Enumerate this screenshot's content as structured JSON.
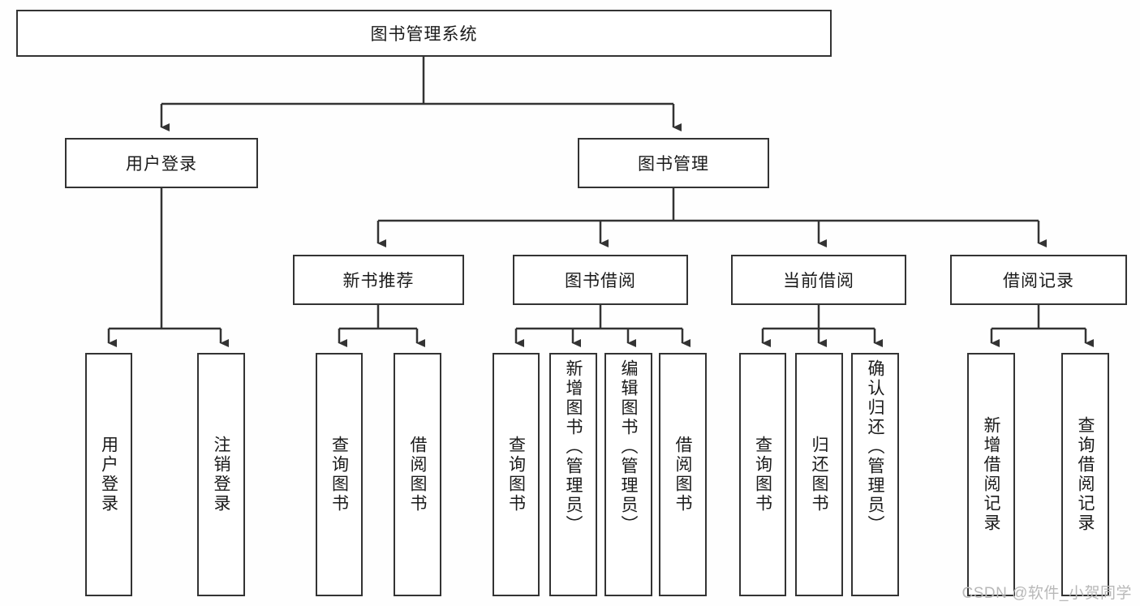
{
  "diagram": {
    "title": "图书管理系统",
    "type": "tree-hierarchy-chart",
    "root": {
      "label": "图书管理系统"
    },
    "level2": [
      {
        "label": "用户登录"
      },
      {
        "label": "图书管理"
      }
    ],
    "level3": [
      {
        "label": "新书推荐"
      },
      {
        "label": "图书借阅"
      },
      {
        "label": "当前借阅"
      },
      {
        "label": "借阅记录"
      }
    ],
    "leaves": {
      "user_login": [
        {
          "label": "用户登录"
        },
        {
          "label": "注销登录"
        }
      ],
      "new_book_recommend": [
        {
          "label": "查询图书"
        },
        {
          "label": "借阅图书"
        }
      ],
      "book_borrow": [
        {
          "label": "查询图书"
        },
        {
          "label": "新增图书（管理员）"
        },
        {
          "label": "编辑图书（管理员）"
        },
        {
          "label": "借阅图书"
        }
      ],
      "current_borrow": [
        {
          "label": "查询图书"
        },
        {
          "label": "归还图书"
        },
        {
          "label": "确认归还（管理员）"
        }
      ],
      "borrow_record": [
        {
          "label": "新增借阅记录"
        },
        {
          "label": "查询借阅记录"
        }
      ]
    },
    "watermark": "CSDN @软件_小贺同学",
    "colors": {
      "stroke": "#333333",
      "fill": "#ffffff",
      "text": "#1a1a1a",
      "background": "#fefefe",
      "watermark": "#b8b8b8"
    }
  }
}
